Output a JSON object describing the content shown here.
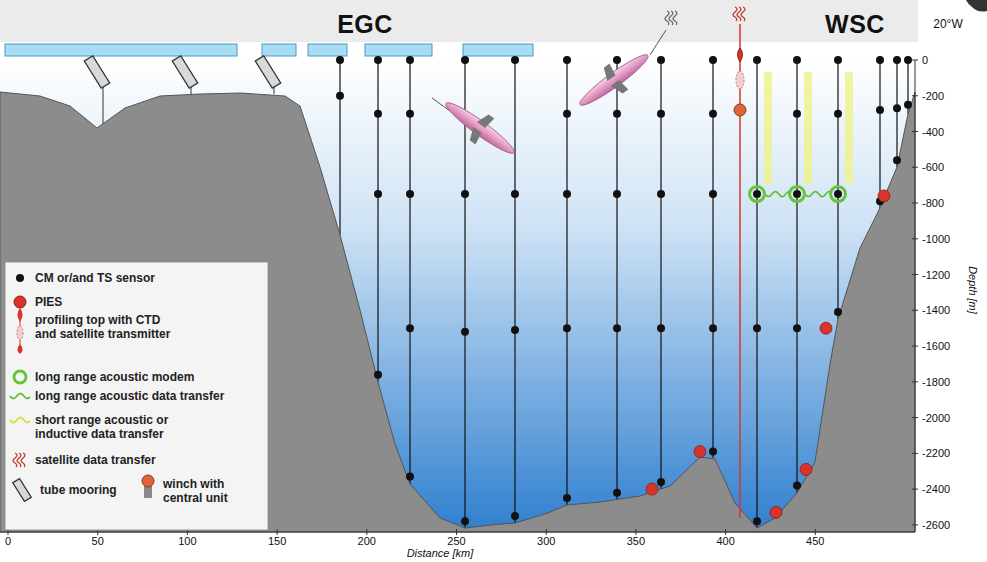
{
  "diagram": {
    "labels": [
      "EGC",
      "WSC",
      "20°W",
      "0",
      "-200",
      "-400",
      "-600",
      "-800",
      "-1000",
      "-1200",
      "-1400",
      "-1600",
      "-1800",
      "-2000",
      "-2200",
      "-2400",
      "-2600",
      "Depth [m]",
      "0",
      "50",
      "100",
      "150",
      "200",
      "250",
      "300",
      "350",
      "400",
      "450",
      "Distance [km]"
    ],
    "legend": [
      {
        "text": "CM or/and TS sensor"
      },
      {
        "text": "PIES"
      },
      {
        "text": "profiling top with CTD and satellite transmitter"
      },
      {
        "text": "long range acoustic modem"
      },
      {
        "text": "long range acoustic data transfer"
      },
      {
        "text": "short range acoustic or inductive data transfer"
      },
      {
        "text": "satellite data transfer"
      },
      {
        "text": "tube mooring"
      },
      {
        "text": "winch with central unit"
      }
    ]
  }
}
